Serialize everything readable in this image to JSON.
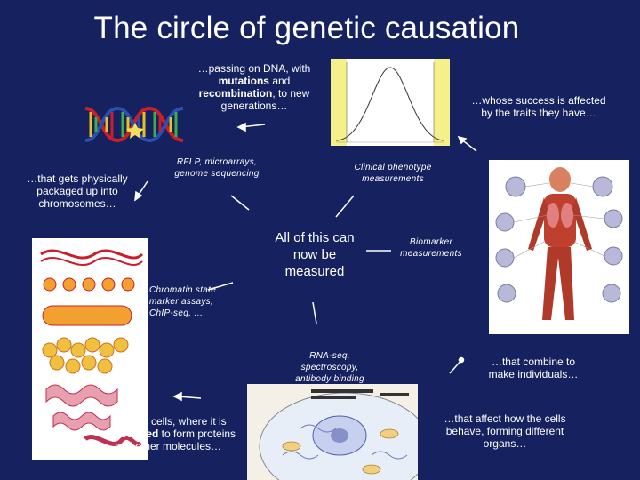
{
  "title": "The circle of genetic causation",
  "captions": {
    "dna_pre": "…passing on DNA, with",
    "dna_mutations": "mutations",
    "dna_and": " and",
    "dna_recombination": "recombination",
    "dna_post": ", to new generations…",
    "selection": "…whose success is affected by the traits they have…",
    "chromosomes": "…that gets physically packaged up into chromosomes…",
    "transcribed_pre": "…inside cells, where it is",
    "transcribed_bold": "transcribed",
    "transcribed_post": " to form proteins and other molecules…",
    "individuals": "…that combine to make individuals…",
    "organs": "…that affect how the cells behave, forming different organs…"
  },
  "measures": {
    "center": "All of this can now be measured",
    "rflp": "RFLP, microarrays, genome sequencing",
    "clinical": "Clinical phenotype measurements",
    "biomarker": "Biomarker measurements",
    "chromatin": "Chromatin state marker assays, ChIP-seq, …",
    "rnaseq": "RNA-seq, spectroscopy, antibody binding"
  },
  "colors": {
    "background": "#16215f",
    "text": "#ffffff",
    "curve_band": "#f5f088",
    "dna_red": "#c8202a",
    "dna_blue": "#2a4fb0",
    "dna_yellow": "#e8c020"
  },
  "icons": [
    "dna-helix-image",
    "bell-curve-image",
    "chromatin-packaging-image",
    "cell-diagram-image",
    "anatomy-image"
  ]
}
